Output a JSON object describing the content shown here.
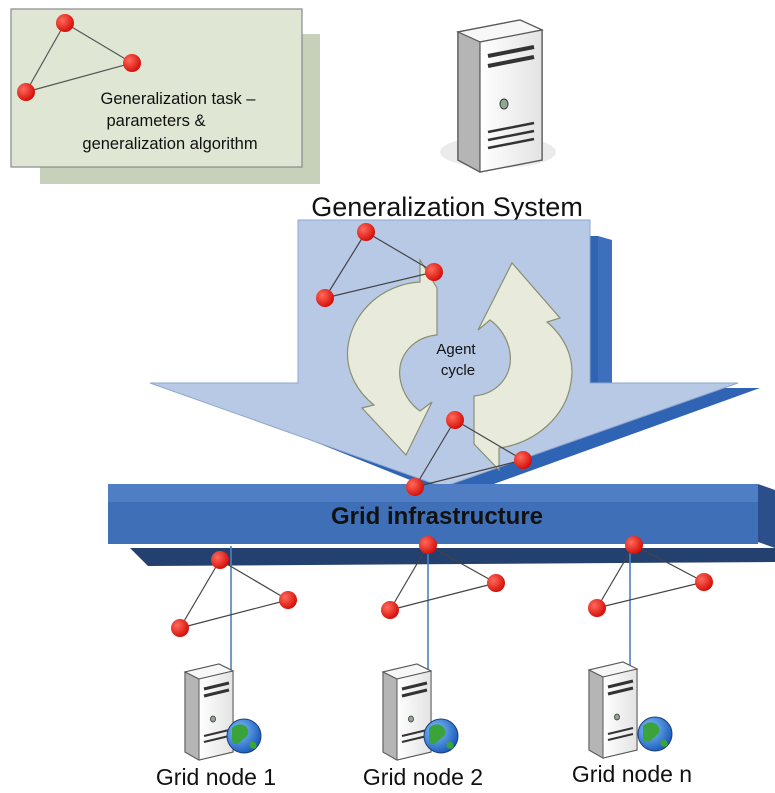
{
  "task_note": {
    "line1": "Generalization task  –",
    "line2": "parameters &",
    "line3": "generalization algorithm"
  },
  "system_label": "Generalization System",
  "agent_label": {
    "line1": "Agent",
    "line2": "cycle"
  },
  "grid_label": "Grid infrastructure",
  "nodes": [
    {
      "label": "Grid node 1"
    },
    {
      "label": "Grid node 2"
    },
    {
      "label": "Grid node n"
    }
  ],
  "colors": {
    "arrow_fill": "#b8c9e5",
    "arrow_shadow": "#2f64b5",
    "bar_top": "#4f81bd",
    "bar_front": "#3a64a8",
    "bar_shadow": "#23406e",
    "node_red": "#e8140e",
    "note_fill": "#dfe7d4",
    "note_shadow": "#c7d0b9",
    "cycle_fill": "#e8eadc"
  }
}
